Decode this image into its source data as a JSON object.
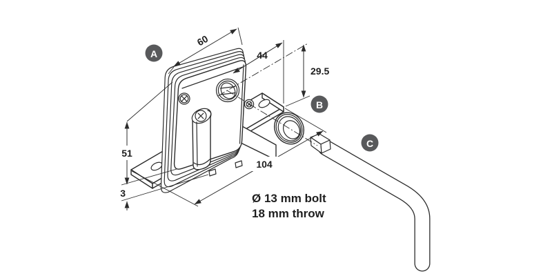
{
  "diagram": {
    "title": "lock-with-bolt-and-handle-technical-drawing",
    "part_labels": [
      {
        "id": "label-a",
        "text": "A"
      },
      {
        "id": "label-b",
        "text": "B"
      },
      {
        "id": "label-c",
        "text": "C"
      }
    ],
    "dimensions": {
      "body_width_top": "60",
      "backset": "44",
      "bolt_axis_height": "29.5",
      "body_height": "51",
      "plate_thickness": "3",
      "plate_length": "104"
    },
    "note": {
      "line1": "Ø 13 mm bolt",
      "line2": "18 mm throw"
    },
    "colors": {
      "label_bg": "#58595b",
      "label_text": "#ffffff",
      "line": "#2b2b2b"
    }
  }
}
